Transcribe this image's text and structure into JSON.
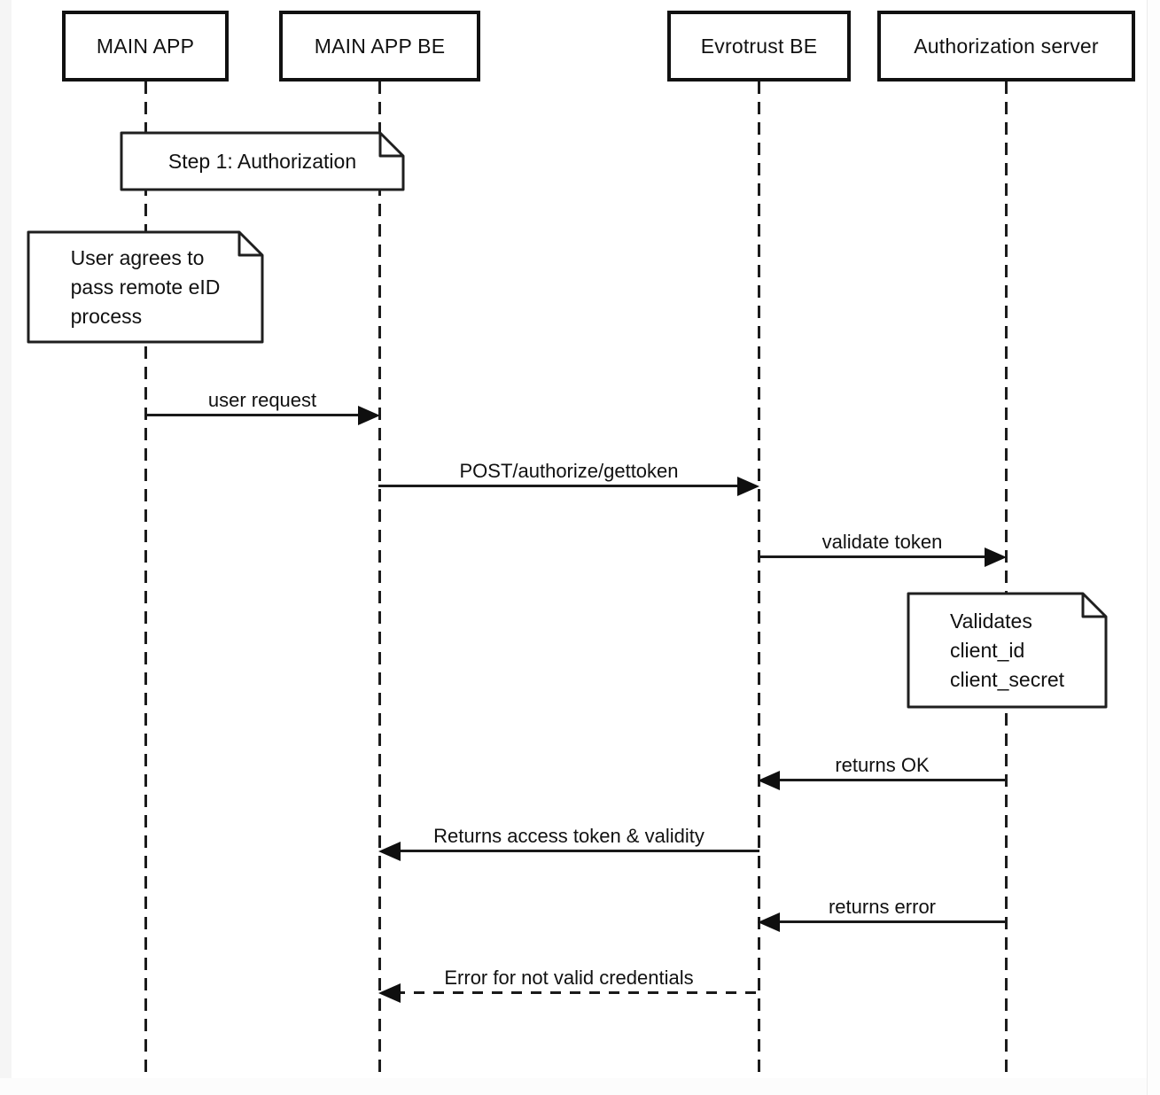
{
  "diagram_type": "uml-sequence",
  "actors": [
    {
      "label": "MAIN APP"
    },
    {
      "label": "MAIN APP BE"
    },
    {
      "label": "Evrotrust BE"
    },
    {
      "label": "Authorization server"
    }
  ],
  "notes": {
    "step": {
      "label": "Step 1: Authorization"
    },
    "user_agrees": {
      "line1": "User agrees to",
      "line2": "pass remote eID",
      "line3": "process"
    },
    "validates": {
      "line1": "Validates",
      "line2": "client_id",
      "line3": "client_secret"
    }
  },
  "messages": [
    {
      "label": "user request",
      "from": "MAIN APP",
      "to": "MAIN APP BE",
      "line": "solid",
      "direction": "right"
    },
    {
      "label": "POST/authorize/gettoken",
      "from": "MAIN APP BE",
      "to": "Evrotrust BE",
      "line": "solid",
      "direction": "right"
    },
    {
      "label": "validate token",
      "from": "Evrotrust BE",
      "to": "Authorization server",
      "line": "solid",
      "direction": "right"
    },
    {
      "label": "returns OK",
      "from": "Authorization server",
      "to": "Evrotrust BE",
      "line": "solid",
      "direction": "left"
    },
    {
      "label": "Returns access token & validity",
      "from": "Evrotrust BE",
      "to": "MAIN APP BE",
      "line": "solid",
      "direction": "left"
    },
    {
      "label": "returns error",
      "from": "Authorization server",
      "to": "Evrotrust BE",
      "line": "solid",
      "direction": "left"
    },
    {
      "label": "Error for not valid credentials",
      "from": "Evrotrust BE",
      "to": "MAIN APP BE",
      "line": "dashed",
      "direction": "left"
    }
  ],
  "colors": {
    "stroke": "#1a1a1a",
    "text": "#111111",
    "background": "#ffffff"
  }
}
